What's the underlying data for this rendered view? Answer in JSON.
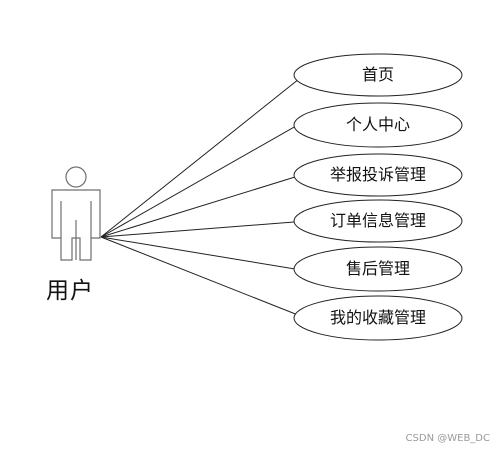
{
  "actor": {
    "label": "用户",
    "icon": "person-icon"
  },
  "use_cases": [
    {
      "label": "首页"
    },
    {
      "label": "个人中心"
    },
    {
      "label": "举报投诉管理"
    },
    {
      "label": "订单信息管理"
    },
    {
      "label": "售后管理"
    },
    {
      "label": "我的收藏管理"
    }
  ],
  "watermark": "CSDN @WEB_DC",
  "colors": {
    "stroke": "#222222",
    "actor_stroke": "#6f6f6f",
    "background": "#ffffff"
  }
}
